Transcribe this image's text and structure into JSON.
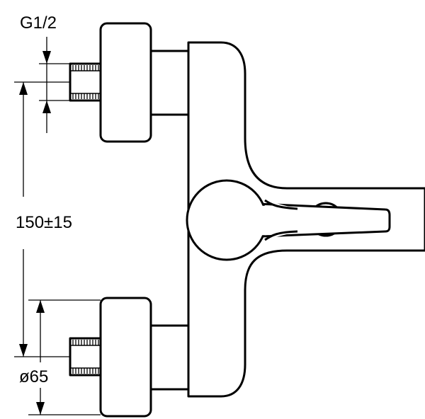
{
  "drawing": {
    "labels": {
      "thread_size": "G1/2",
      "center_distance": "150±15",
      "rosette_diameter": "ø65"
    }
  }
}
